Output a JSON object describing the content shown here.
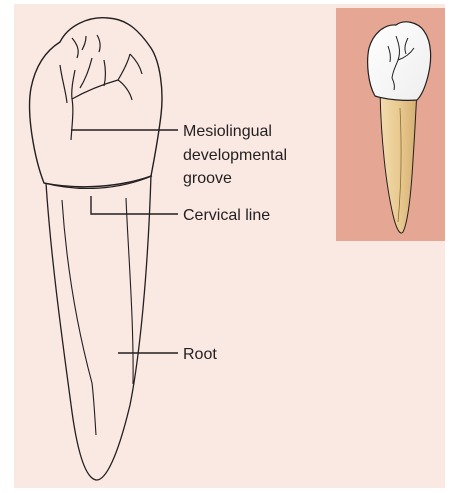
{
  "colors": {
    "background_panel": "#fae8e2",
    "inset_panel": "#e5a693",
    "outline": "#231f20",
    "crown_fill": "#ffffff",
    "root_fill_light": "#f5e4c2",
    "root_fill_dark": "#d9b77c"
  },
  "labels": {
    "mesiolingual_line1": "Mesiolingual",
    "mesiolingual_line2": "developmental",
    "mesiolingual_line3": "groove",
    "cervical_line": "Cervical line",
    "root": "Root"
  }
}
